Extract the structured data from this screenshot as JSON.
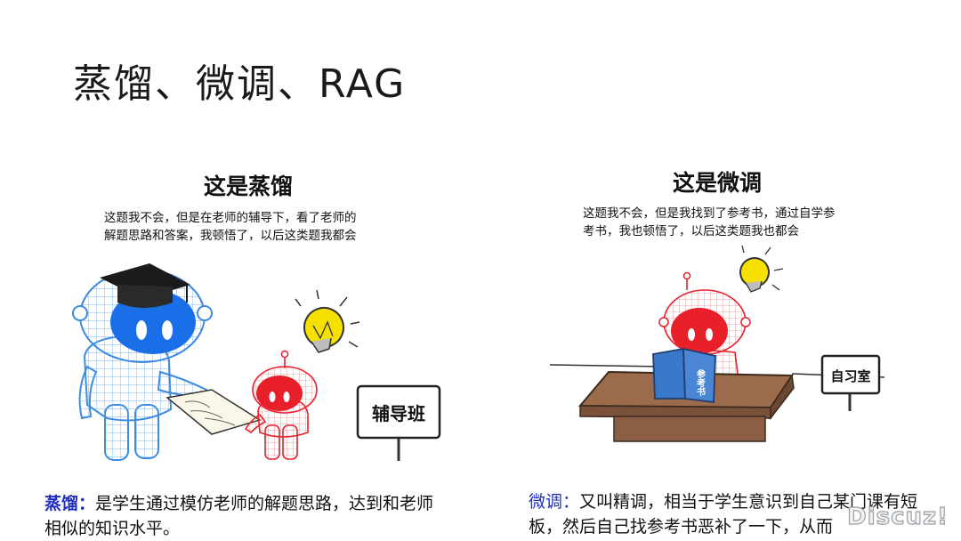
{
  "slide": {
    "title": "蒸馏、微调、RAG"
  },
  "left_panel": {
    "heading": "这是蒸馏",
    "description_line1": "这题我不会，但是在老师的辅导下，看了老师的",
    "description_line2": "解题思路和答案，我顿悟了，以后这类题我都会",
    "sign_text": "辅导班",
    "caption_term": "蒸馏",
    "caption_colon": "：",
    "caption_line1_rest": "是学生通过模仿老师的解题思路，达到和老师",
    "caption_line2": "相似的知识水平。"
  },
  "right_panel": {
    "heading": "这是微调",
    "description_line1": "这题我不会，但是我找到了参考书，通过自学参",
    "description_line2": "考书，我也顿悟了，以后这类题我也都会",
    "sign_text": "自习室",
    "book_text": "参考书",
    "caption_term": "微调",
    "caption_colon": "：",
    "caption_line1_rest": "又叫精调，相当于学生意识到自己某门课有短",
    "caption_line2": "板，然后自己找参考书恶补了一下，从而"
  },
  "watermark": {
    "text": "Discuz!"
  },
  "colors": {
    "accent_term": "#1f2fbf",
    "teacher_robot": "#3d8be0",
    "teacher_face": "#1a6fe8",
    "student_robot": "#e8202a",
    "bulb": "#f5e000",
    "desk": "#9c6b4b",
    "book": "#3a78c9"
  }
}
